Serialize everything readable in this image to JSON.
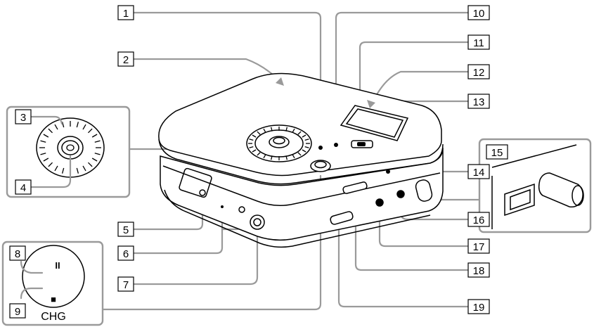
{
  "callouts": [
    {
      "id": "1",
      "label": "1"
    },
    {
      "id": "2",
      "label": "2"
    },
    {
      "id": "3",
      "label": "3"
    },
    {
      "id": "4",
      "label": "4"
    },
    {
      "id": "5",
      "label": "5"
    },
    {
      "id": "6",
      "label": "6"
    },
    {
      "id": "7",
      "label": "7"
    },
    {
      "id": "8",
      "label": "8"
    },
    {
      "id": "9",
      "label": "9"
    },
    {
      "id": "10",
      "label": "10"
    },
    {
      "id": "11",
      "label": "11"
    },
    {
      "id": "12",
      "label": "12"
    },
    {
      "id": "13",
      "label": "13"
    },
    {
      "id": "14",
      "label": "14"
    },
    {
      "id": "15",
      "label": "15"
    },
    {
      "id": "16",
      "label": "16"
    },
    {
      "id": "17",
      "label": "17"
    },
    {
      "id": "18",
      "label": "18"
    },
    {
      "id": "19",
      "label": "19"
    }
  ],
  "inset_control": {
    "caption": "CHG",
    "pause_symbol": "II",
    "stop_symbol": "■"
  },
  "colors": {
    "outline": "#000000",
    "leader": "#9a9a9a",
    "background": "#ffffff"
  }
}
